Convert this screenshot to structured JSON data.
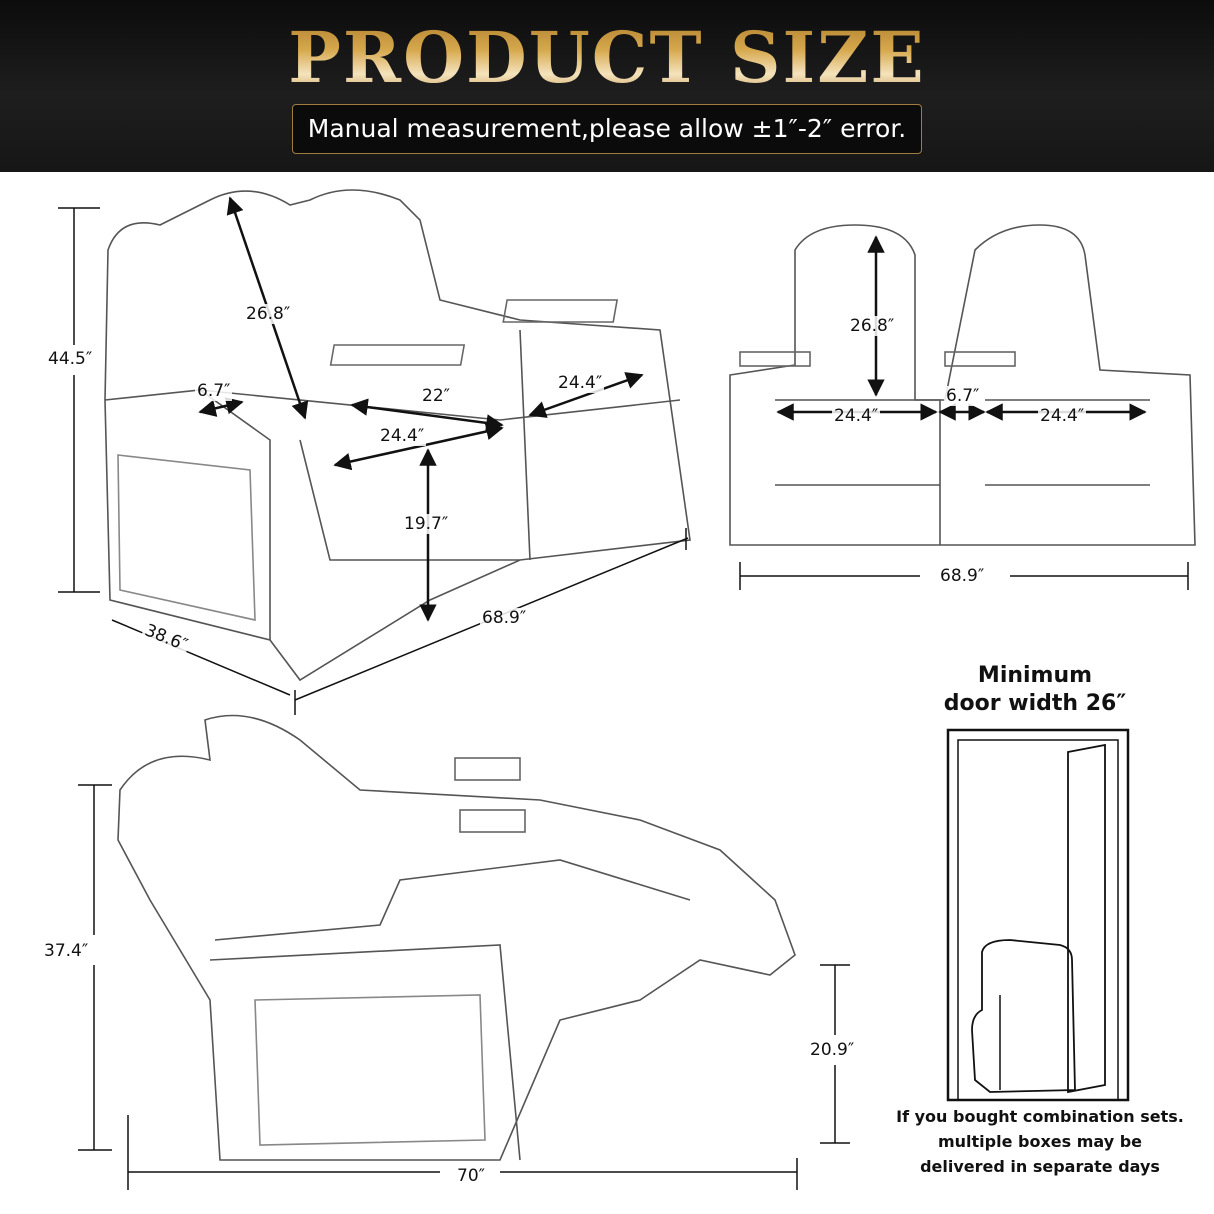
{
  "header": {
    "title": "PRODUCT SIZE",
    "subtitle": "Manual measurement,please allow ±1″-2″ error.",
    "title_color": "#d6a94e",
    "background_color": "#151515"
  },
  "views": {
    "angled_upright": {
      "total_height": "44.5″",
      "backrest_height": "26.8″",
      "armrest_width": "6.7″",
      "console_width": "22″",
      "seat_width_left": "24.4″",
      "seat_width_right": "24.4″",
      "seat_height": "19.7″",
      "total_width": "68.9″",
      "depth": "38.6″"
    },
    "front": {
      "backrest_height": "26.8″",
      "seat_width_left": "24.4″",
      "console_width": "6.7″",
      "seat_width_right": "24.4″",
      "total_width": "68.9″"
    },
    "reclined": {
      "height": "37.4″",
      "footrest_height": "20.9″",
      "total_length": "70″"
    }
  },
  "door": {
    "title_line1": "Minimum",
    "title_line2": "door width 26″",
    "note_line1": "If you bought combination sets.",
    "note_line2": "multiple boxes may be",
    "note_line3": "delivered in separate days"
  }
}
